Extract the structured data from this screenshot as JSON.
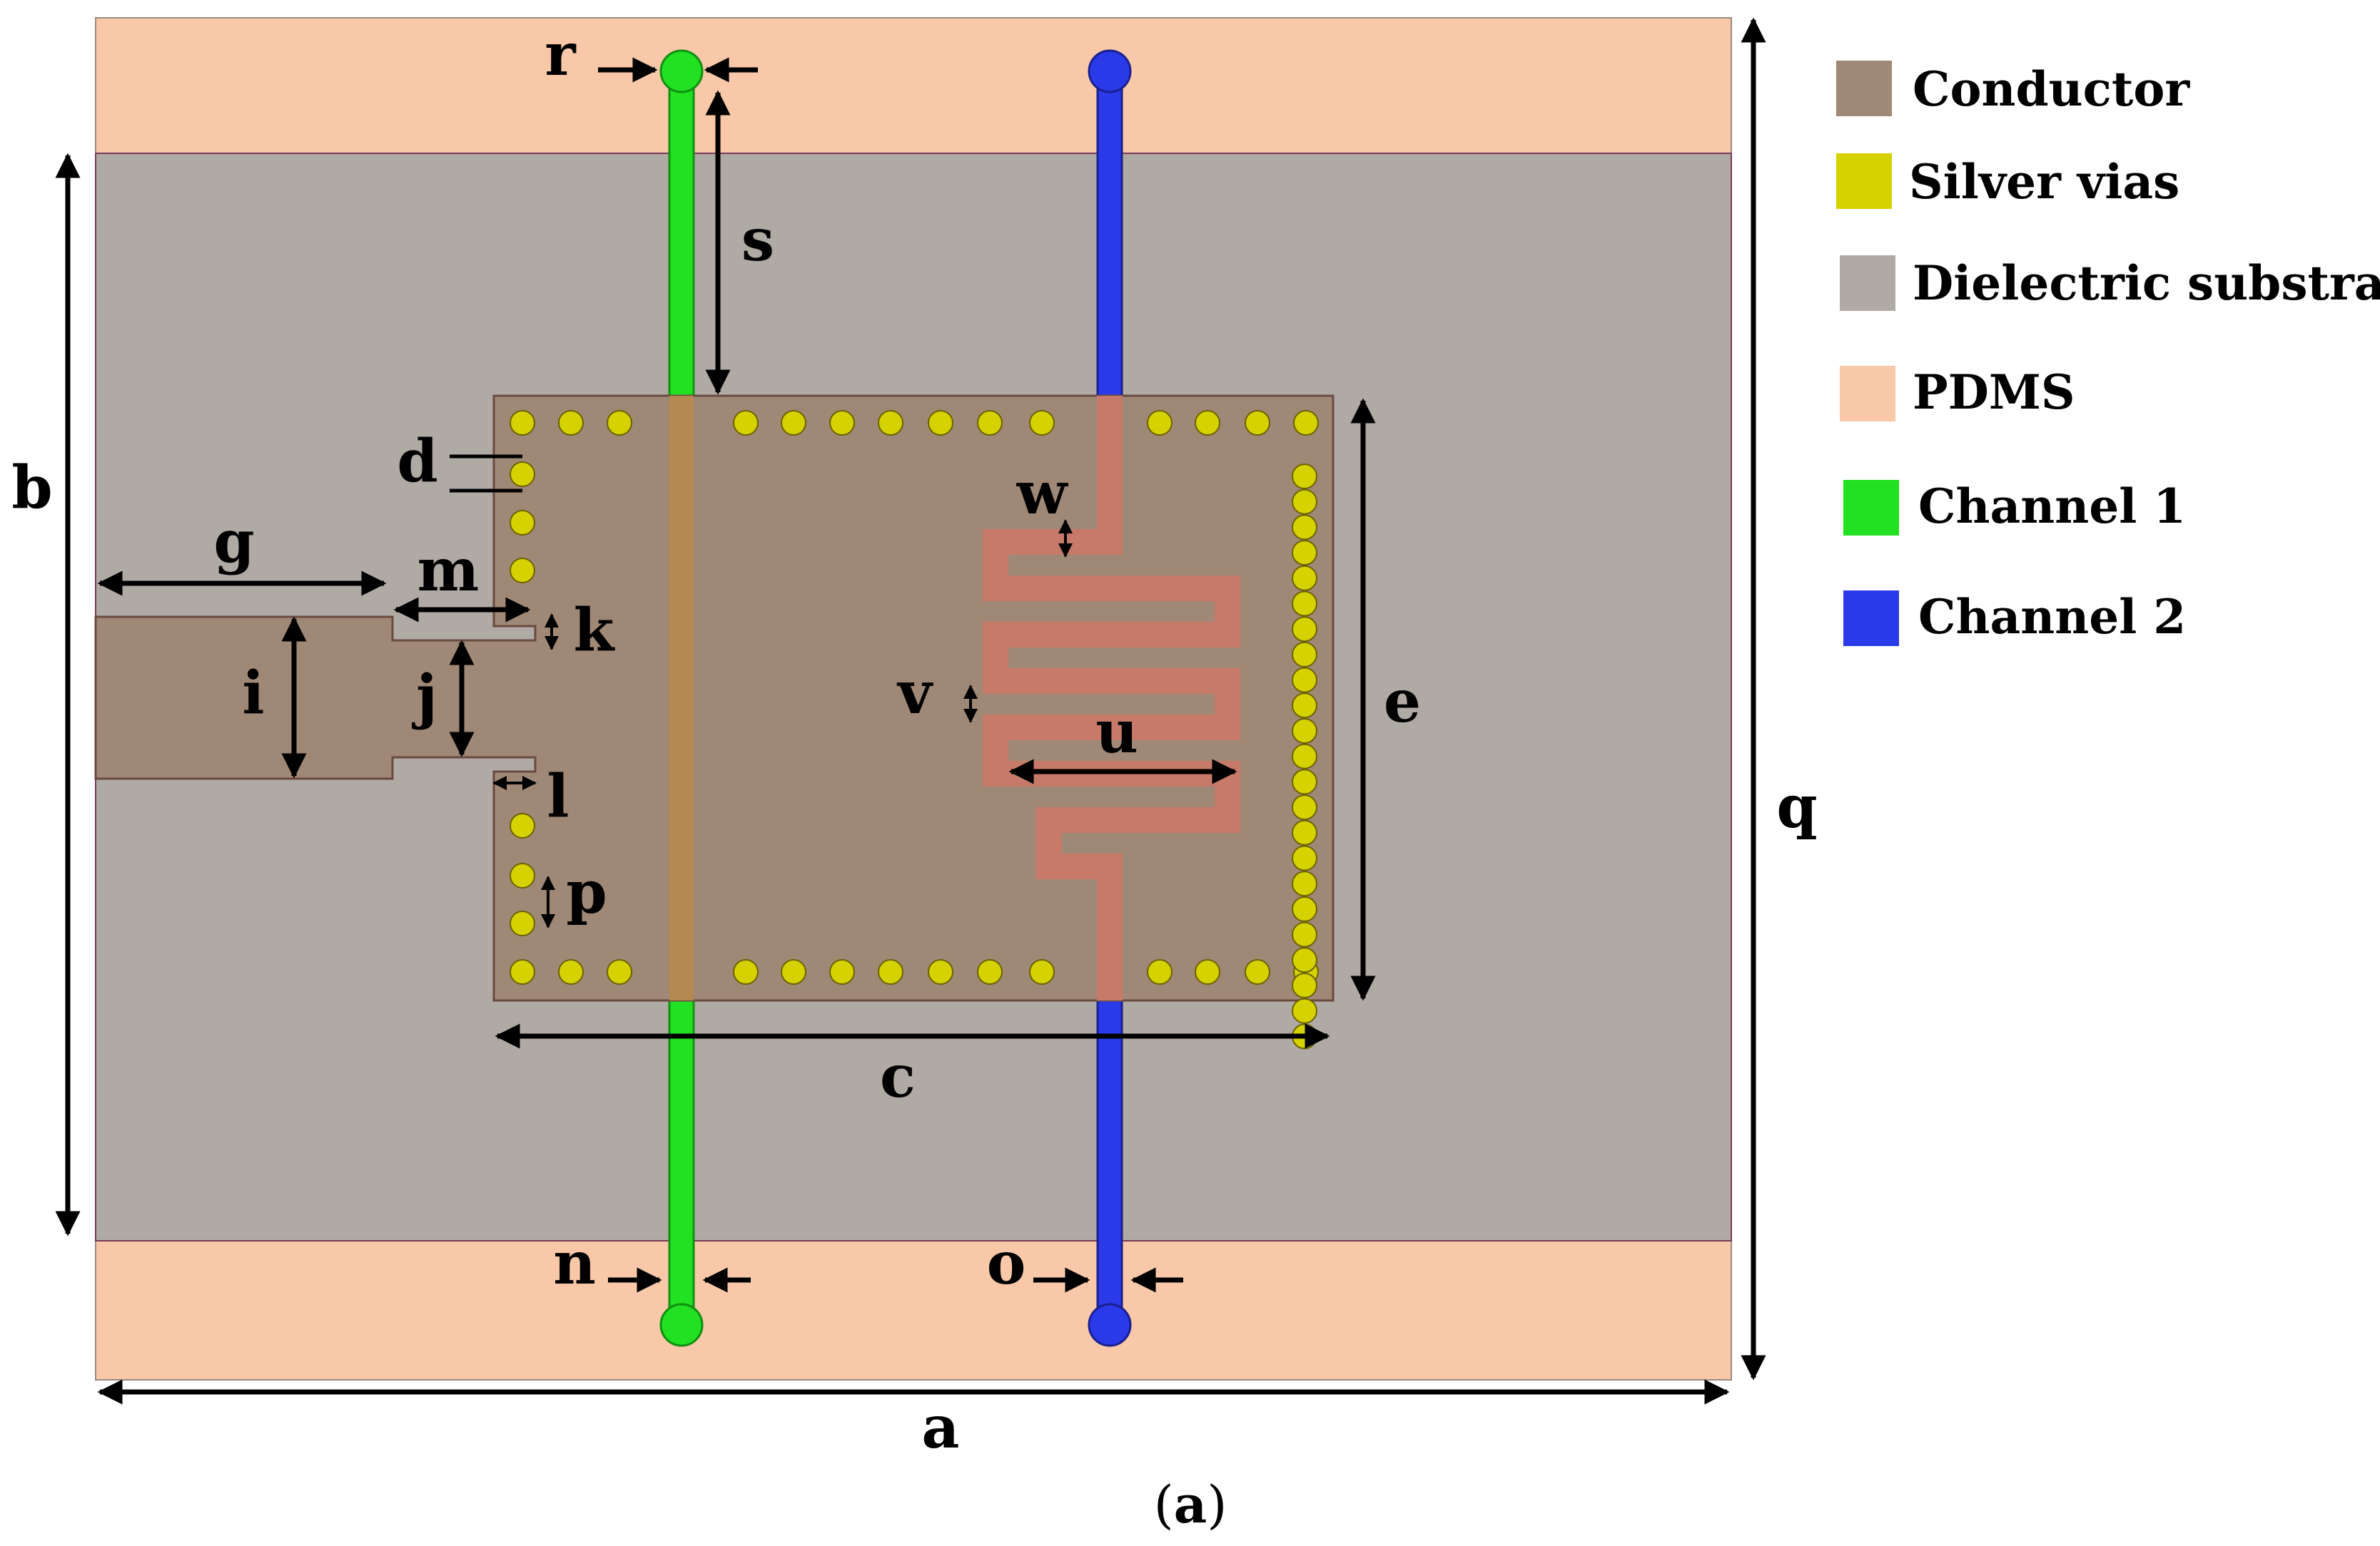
{
  "legend": [
    {
      "label": "Conductor",
      "color": "#a08876"
    },
    {
      "label": "Silver vias",
      "color": "#d6d200"
    },
    {
      "label": "Dielectric substrate",
      "color": "#b0aaa5"
    },
    {
      "label": "PDMS",
      "color": "#f8c8a8"
    },
    {
      "label": "Channel 1",
      "color": "#22e022"
    },
    {
      "label": "Channel 2",
      "color": "#2a3ae8"
    }
  ],
  "dimensions": {
    "a": "a",
    "b": "b",
    "c": "c",
    "d": "d",
    "e": "e",
    "g": "g",
    "i": "i",
    "j": "j",
    "k": "k",
    "l": "l",
    "m": "m",
    "n": "n",
    "o": "o",
    "p": "p",
    "q": "q",
    "r": "r",
    "s": "s",
    "u": "u",
    "v": "v",
    "w": "w"
  },
  "caption": {
    "open": "(",
    "letter": "a",
    "close": ")"
  },
  "colors": {
    "pdms": "#f8c8a8",
    "substrate": "#b0aaa5",
    "conductor": "#a08876",
    "via": "#d6d200",
    "channel1": "#22e022",
    "channel2": "#2a3ae8",
    "resonator": "#c87a6a"
  }
}
